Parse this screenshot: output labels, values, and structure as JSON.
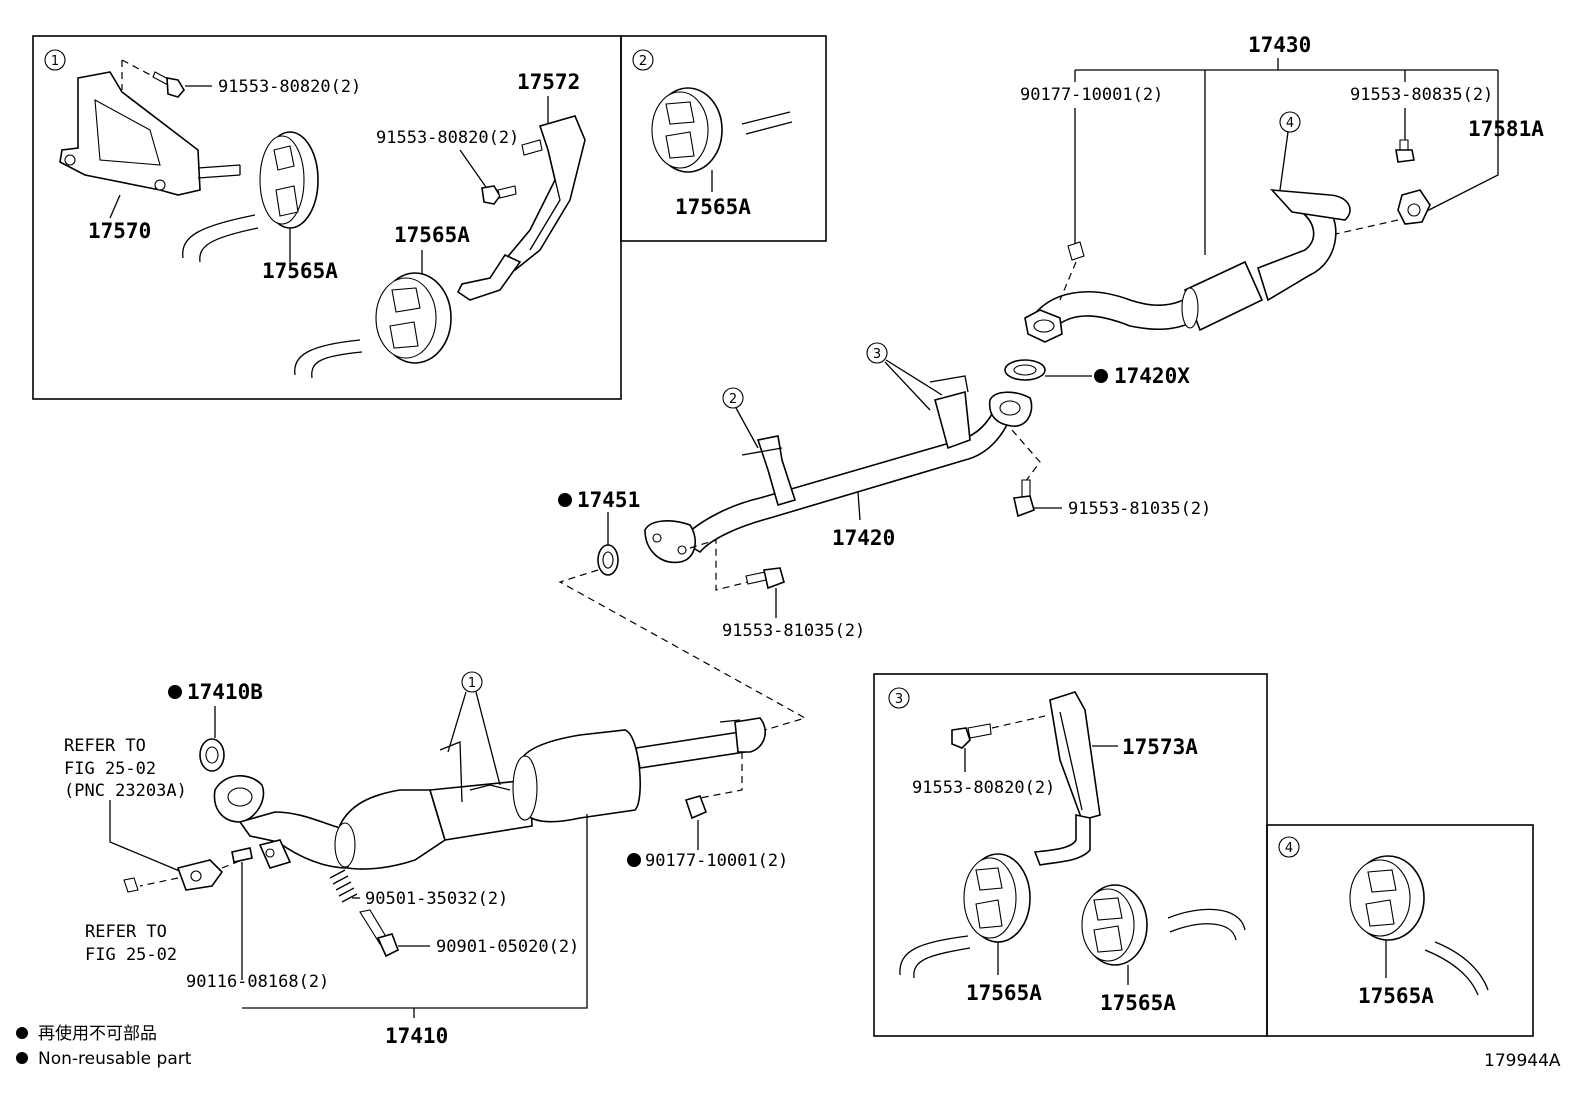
{
  "box1": {
    "num": "1",
    "bolt1": "91553-80820(2)",
    "bolt2": "91553-80820(2)",
    "bracket": "17572",
    "stay": "17570",
    "hanger_a": "17565A",
    "hanger_b": "17565A"
  },
  "box2": {
    "num": "2",
    "hanger": "17565A"
  },
  "box3": {
    "num": "3",
    "bolt": "91553-80820(2)",
    "bracket": "17573A",
    "hanger_a": "17565A",
    "hanger_b": "17565A"
  },
  "box4": {
    "num": "4",
    "hanger": "17565A"
  },
  "upper": {
    "assy": "17430",
    "nut": "90177-10001(2)",
    "bolt": "91553-80835(2)",
    "clamp": "17581A",
    "callout": "4",
    "gasket": "17420X"
  },
  "center": {
    "pipe": "17420",
    "gasket": "17451",
    "bolt_right": "91553-81035(2)",
    "bolt_lower": "91553-81035(2)",
    "callout_2": "2",
    "callout_3": "3"
  },
  "front": {
    "assy": "17410",
    "gasket": "17410B",
    "refer1_line1": "REFER TO",
    "refer1_line2": "FIG 25-02",
    "refer1_line3": "(PNC 23203A)",
    "refer2_line1": "REFER TO",
    "refer2_line2": "FIG 25-02",
    "spring": "90501-35032(2)",
    "bolt": "90901-05020(2)",
    "stud": "90116-08168(2)",
    "nut": "90177-10001(2)",
    "callout_1": "1"
  },
  "legend": {
    "jp": "再使用不可部品",
    "en": "Non-reusable part"
  },
  "figure_id": "179944A"
}
